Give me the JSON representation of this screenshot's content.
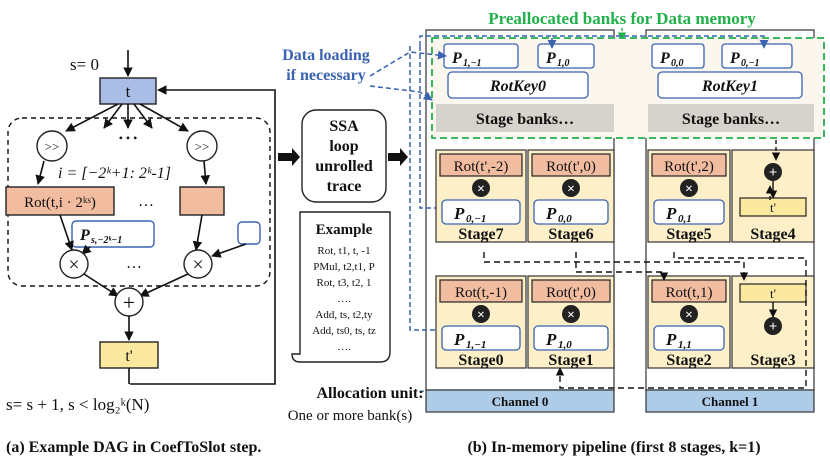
{
  "colors": {
    "blue_node": "#a9bde6",
    "rot_fill": "#f2bca0",
    "stage_fill": "#fdf0c9",
    "yellow": "#fce9a0",
    "channel": "#aecbe8",
    "green": "#22b04a",
    "blue_text": "#3a62b0",
    "bank_gray": "#d6d3cc"
  },
  "dag": {
    "s_init": "s= 0",
    "t_node": "t",
    "shift1": ">>",
    "shift2": ">>",
    "dots_top": "• • •",
    "i_range": "i = [−2ᵏ+1: 2ᵏ-1]",
    "rot_label": "Rot(t,i · 2ᵏˢ)",
    "dots_mid": "…",
    "p_label": "P",
    "p_sub": "s,−2ᵏ−1",
    "times1": "×",
    "times2": "×",
    "dots_low": "…",
    "plus": "+",
    "out_node": "t'",
    "loop": "s= s + 1, s < log₂ᵏ(N)",
    "caption": "(a) Example DAG in CoefToSlot step."
  },
  "middle": {
    "ssa_lines": [
      "SSA",
      "loop",
      "unrolled",
      "trace"
    ],
    "example_title": "Example",
    "example_lines": [
      "Rot, t1, t, -1",
      "PMul, t2,t1, P",
      "Rot, t3, t2, 1",
      "….",
      "Add, ts, t2,ty",
      "Add, ts0, ts, tz",
      "…."
    ],
    "allocation_title": "Allocation unit:",
    "allocation_sub": "One or more bank(s)"
  },
  "pipeline": {
    "title": "Preallocated banks for Data memory",
    "data_loading": [
      "Data loading",
      "if necessary"
    ],
    "channels": [
      {
        "name": "Channel 0",
        "prealloc": {
          "p1": "P",
          "p1_sub": "1,−1",
          "p2": "P",
          "p2_sub": "1,0",
          "rotkey": "RotKey0",
          "stage_banks": "Stage banks…"
        },
        "top": [
          {
            "rot": "Rot(t',-2)",
            "p": "P",
            "p_sub": "0,−1",
            "stage": "Stage7"
          },
          {
            "rot": "Rot(t',0)",
            "p": "P",
            "p_sub": "0,0",
            "stage": "Stage6"
          }
        ],
        "bottom": [
          {
            "rot": "Rot(t,-1)",
            "p": "P",
            "p_sub": "1,−1",
            "stage": "Stage0"
          },
          {
            "rot": "Rot(t',0)",
            "p": "P",
            "p_sub": "1,0",
            "stage": "Stage1"
          }
        ]
      },
      {
        "name": "Channel 1",
        "prealloc": {
          "p1": "P",
          "p1_sub": "0,0",
          "p2": "P",
          "p2_sub": "0,−1",
          "rotkey": "RotKey1",
          "stage_banks": "Stage banks…"
        },
        "top": [
          {
            "rot": "Rot(t',2)",
            "p": "P",
            "p_sub": "0,1",
            "stage": "Stage5"
          },
          {
            "op": "+",
            "out": "t'",
            "stage": "Stage4"
          }
        ],
        "bottom": [
          {
            "rot": "Rot(t,1)",
            "p": "P",
            "p_sub": "1,1",
            "stage": "Stage2"
          },
          {
            "op": "+",
            "out": "t'",
            "stage": "Stage3"
          }
        ]
      }
    ],
    "times_sym": "×",
    "caption": "(b) In-memory pipeline (first 8 stages, k=1)"
  }
}
